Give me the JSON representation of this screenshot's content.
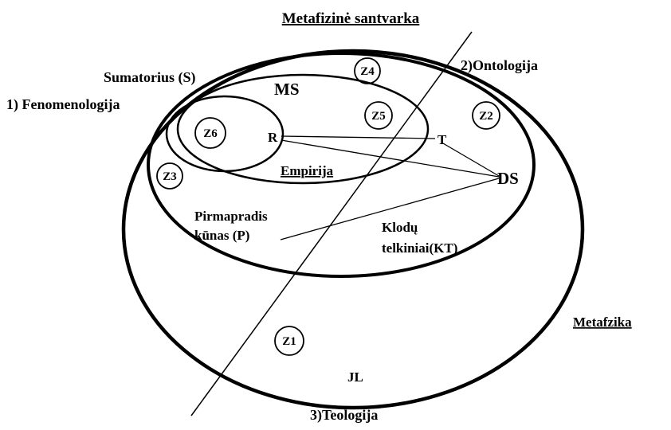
{
  "diagram": {
    "title": "Metafizinė santvarka",
    "labels": {
      "sumatorius": "Sumatorius (S)",
      "fenomenologija": "1) Fenomenologija",
      "ontologija": "2)Ontologija",
      "teologija": "3)Teologija",
      "ms": "MS",
      "r": "R",
      "t": "T",
      "ds": "DS",
      "empirija": "Empirija",
      "pirmapradis_line1": "Pirmapradis",
      "pirmapradis_line2": "kūnas (P)",
      "klodu_line1": "Klodų",
      "klodu_line2": "telkiniai(KT)",
      "metafizika": "Metafzika",
      "jl": "JL",
      "z1": "Z1",
      "z2": "Z2",
      "z3": "Z3",
      "z4": "Z4",
      "z5": "Z5",
      "z6": "Z6"
    },
    "colors": {
      "stroke": "#000000",
      "background": "#ffffff"
    }
  }
}
